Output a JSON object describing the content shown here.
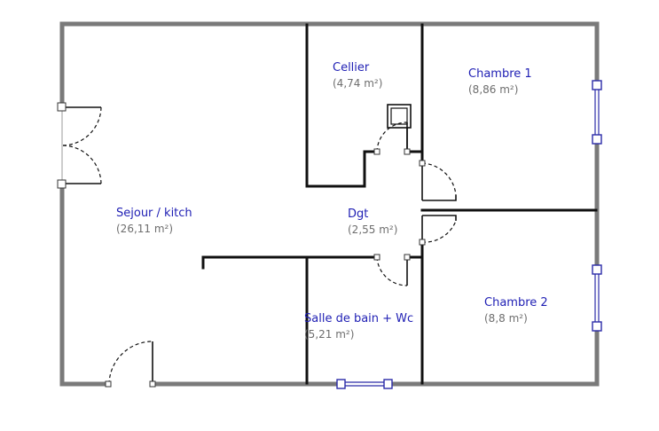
{
  "rooms": [
    {
      "id": "sejour",
      "name": "Sejour / kitch",
      "area": "(26,11 m²)"
    },
    {
      "id": "cellier",
      "name": "Cellier",
      "area": "(4,74 m²)"
    },
    {
      "id": "chambre1",
      "name": "Chambre 1",
      "area": "(8,86 m²)"
    },
    {
      "id": "dgt",
      "name": "Dgt",
      "area": "(2,55 m²)"
    },
    {
      "id": "sdb",
      "name": "Salle de bain + Wc",
      "area": "(5,21 m²)"
    },
    {
      "id": "chambre2",
      "name": "Chambre 2",
      "area": "(8,8 m²)"
    }
  ],
  "colors": {
    "room_name": "#1f1fb4",
    "room_area": "#6e6e6e",
    "outer_wall": "#7a7a7a",
    "inner_wall": "#111111",
    "window": "#2a2aa8"
  }
}
